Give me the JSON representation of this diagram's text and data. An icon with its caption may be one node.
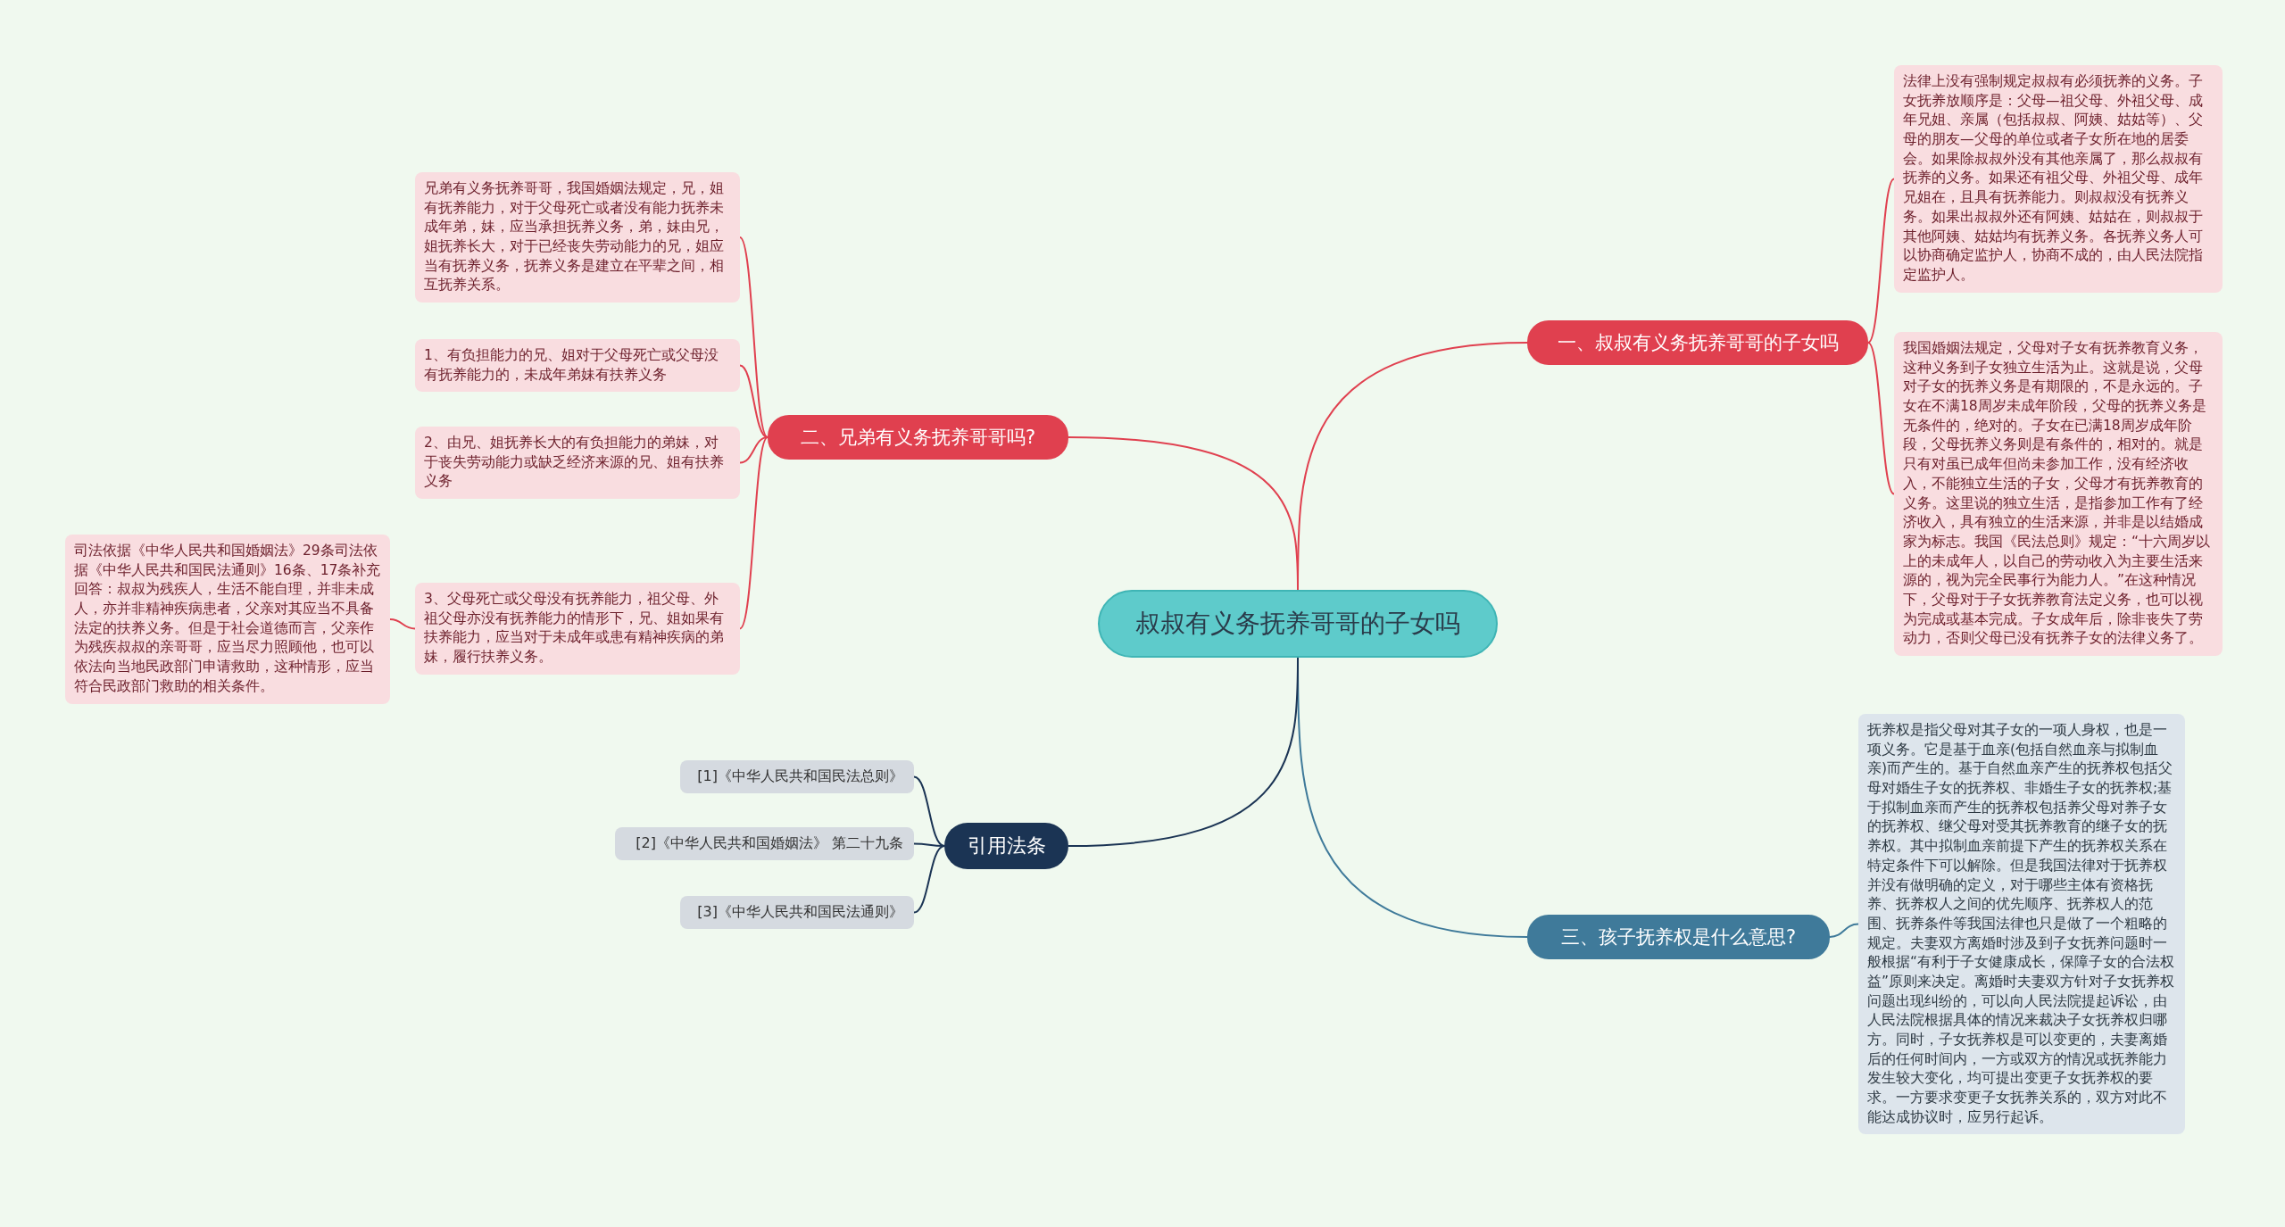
{
  "diagram": {
    "nodes": [
      {
        "text": [
          "叔叔有义务抚养哥哥的子女吗"
        ]
      },
      {
        "text": [
          "一、叔叔有义务抚养哥哥的子女吗"
        ]
      },
      {
        "text": [
          "法律上没有强制规定叔叔有必须抚养的义务。子女抚养放顺序是：父母—祖父母、外祖父母、成年兄姐、亲属（包括叔叔、阿姨、姑姑等）、父母的朋友—父母的单位或者子女所在地的居委会。如果除叔叔外没有其他亲属了，那么叔叔有抚养的义务。如果还有祖父母、外祖父母、成年兄姐在，且具有抚养能力。则叔叔没有抚养义务。如果出叔叔外还有阿姨、姑姑在，则叔叔于其他阿姨、姑姑均有抚养义务。各抚养义务人可以协商确定监护人，协商不成的，由人民法院指定监护人。"
        ]
      },
      {
        "text": [
          "我国婚姻法规定，父母对子女有抚养教育义务，这种义务到子女独立生活为止。这就是说，父母对子女的抚养义务是有期限的，不是永远的。子女在不满18周岁未成年阶段，父母的抚养义务是无条件的，绝对的。子女在已满18周岁成年阶段，父母抚养义务则是有条件的，相对的。就是只有对虽已成年但尚未参加工作，没有经济收入，不能独立生活的子女，父母才有抚养教育的义务。这里说的独立生活，是指参加工作有了经济收入，具有独立的生活来源，并非是以结婚成家为标志。我国《民法总则》规定：“十六周岁以上的未成年人，以自己的劳动收入为主要生活来源的，视为完全民事行为能力人。”在这种情况下，父母对于子女抚养教育法定义务，也可以视为完成或基本完成。子女成年后，除非丧失了劳动力，否则父母已没有抚养子女的法律义务了。"
        ]
      },
      {
        "text": [
          "二、兄弟有义务抚养哥哥吗?"
        ]
      },
      {
        "text": [
          "兄弟有义务抚养哥哥，我国婚姻法规定，兄，姐有抚养能力，对于父母死亡或者没有能力抚养未成年弟，妹，应当承担抚养义务，弟，妹由兄，姐抚养长大，对于已经丧失劳动能力的兄，姐应当有抚养义务，抚养义务是建立在平辈之间，相互抚养关系。"
        ]
      },
      {
        "text": [
          "1、有负担能力的兄、姐对于父母死亡或父母没有抚养能力的，未成年弟妹有扶养义务"
        ]
      },
      {
        "text": [
          "2、由兄、姐抚养长大的有负担能力的弟妹，对于丧失劳动能力或缺乏经济来源的兄、姐有扶养义务"
        ]
      },
      {
        "text": [
          "3、父母死亡或父母没有抚养能力，祖父母、外祖父母亦没有抚养能力的情形下，兄、姐如果有扶养能力，应当对于未成年或患有精神疾病的弟妹，履行扶养义务。"
        ]
      },
      {
        "text": [
          "司法依据《中华人民共和国婚姻法》29条司法依据《中华人民共和国民法通则》16条、17条补充回答：叔叔为残疾人，生活不能自理，并非未成人，亦并非精神疾病患者，父亲对其应当不具备法定的扶养义务。但是于社会道德而言，父亲作为残疾叔叔的亲哥哥，应当尽力照顾他，也可以依法向当地民政部门申请救助，这种情形，应当符合民政部门救助的相关条件。"
        ]
      },
      {
        "text": [
          "三、孩子抚养权是什么意思?"
        ]
      },
      {
        "text": [
          "抚养权是指父母对其子女的一项人身权，也是一项义务。它是基于血亲(包括自然血亲与拟制血亲)而产生的。基于自然血亲产生的抚养权包括父母对婚生子女的抚养权、非婚生子女的抚养权;基于拟制血亲而产生的抚养权包括养父母对养子女的抚养权、继父母对受其抚养教育的继子女的抚养权。其中拟制血亲前提下产生的抚养权关系在特定条件下可以解除。但是我国法律对于抚养权并没有做明确的定义，对于哪些主体有资格抚养、抚养权人之间的优先顺序、抚养权人的范围、抚养条件等我国法律也只是做了一个粗略的规定。夫妻双方离婚时涉及到子女抚养问题时一般根据“有利于子女健康成长，保障子女的合法权益”原则来决定。离婚时夫妻双方针对子女抚养权问题出现纠纷的，可以向人民法院提起诉讼，由人民法院根据具体的情况来裁决子女抚养权归哪方。同时，子女抚养权是可以变更的，夫妻离婚后的任何时间内，一方或双方的情况或抚养能力发生较大变化，均可提出变更子女抚养权的要求。一方要求变更子女抚养关系的，双方对此不能达成协议时，应另行起诉。"
        ]
      },
      {
        "text": [
          "引用法条"
        ]
      },
      {
        "text": [
          "[1]《中华人民共和国民法总则》"
        ]
      },
      {
        "text": [
          "[2]《中华人民共和国婚姻法》 第二十九条"
        ]
      },
      {
        "text": [
          "[3]《中华人民共和国民法通则》"
        ]
      }
    ],
    "edges": [
      {
        "from": 0,
        "to": 1,
        "arrow": "none"
      },
      {
        "from": 1,
        "to": 2,
        "arrow": "none"
      },
      {
        "from": 1,
        "to": 3,
        "arrow": "none"
      },
      {
        "from": 0,
        "to": 4,
        "arrow": "none"
      },
      {
        "from": 4,
        "to": 5,
        "arrow": "none"
      },
      {
        "from": 4,
        "to": 6,
        "arrow": "none"
      },
      {
        "from": 4,
        "to": 7,
        "arrow": "none"
      },
      {
        "from": 4,
        "to": 8,
        "arrow": "none"
      },
      {
        "from": 8,
        "to": 9,
        "arrow": "none"
      },
      {
        "from": 0,
        "to": 10,
        "arrow": "none",
        "color": "#3f7a9a"
      },
      {
        "from": 10,
        "to": 11,
        "arrow": "none",
        "color": "#3f7a9a"
      },
      {
        "from": 0,
        "to": 12,
        "arrow": "none",
        "color": "#1b3454"
      },
      {
        "from": 12,
        "to": 13,
        "arrow": "none",
        "color": "#1b3454"
      },
      {
        "from": 12,
        "to": 14,
        "arrow": "none",
        "color": "#1b3454"
      },
      {
        "from": 12,
        "to": 15,
        "arrow": "none",
        "color": "#1b3454"
      }
    ]
  }
}
